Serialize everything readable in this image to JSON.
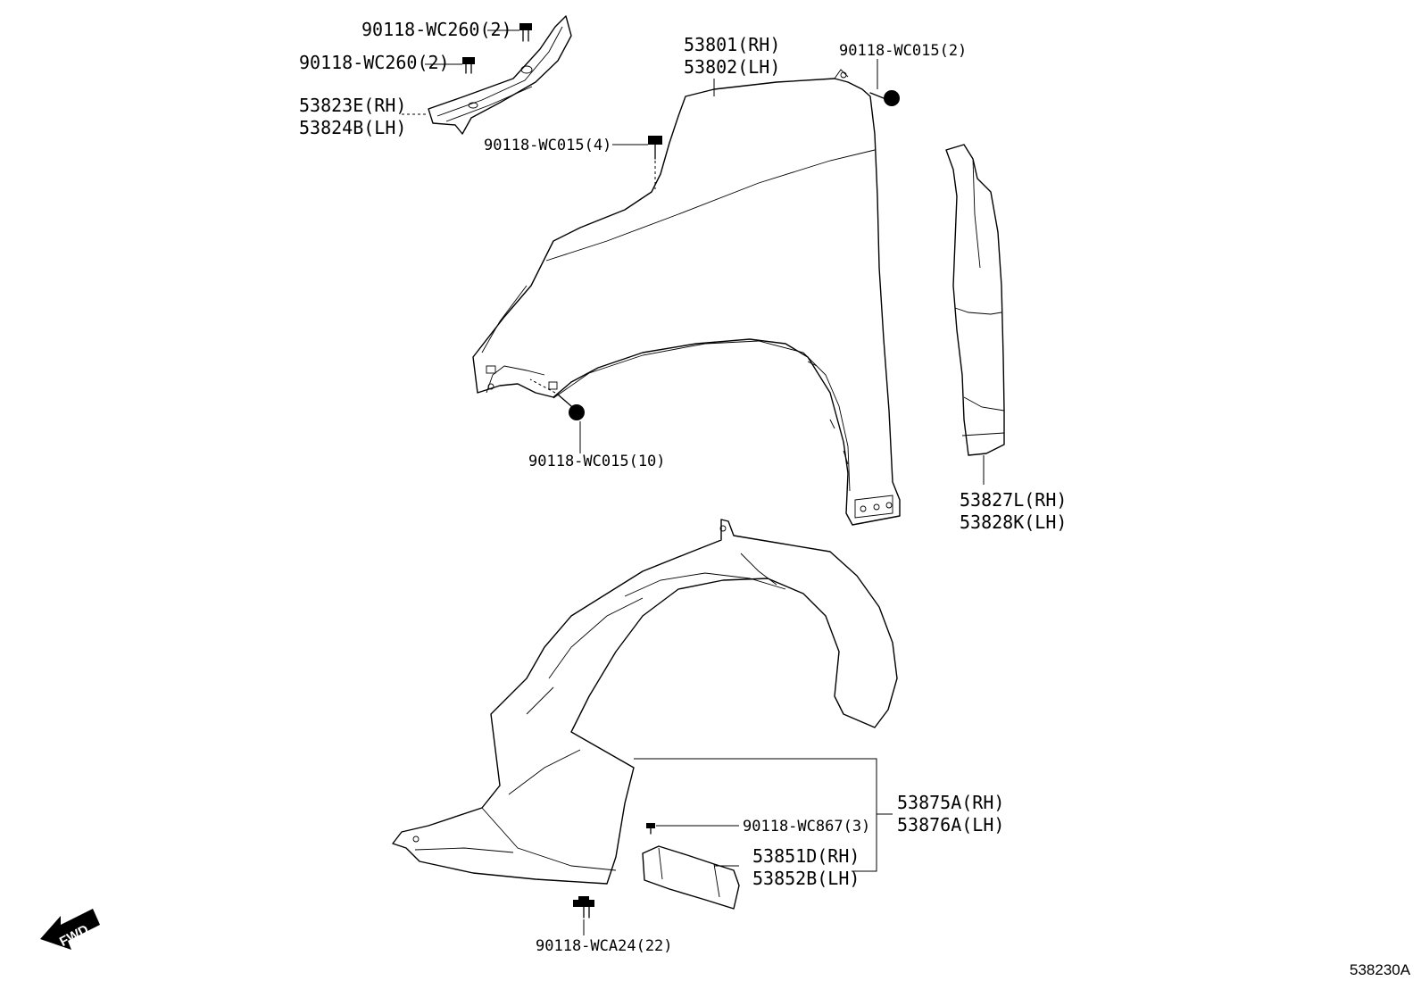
{
  "labels": {
    "clip_upper_a": "90118-WC260(2)",
    "clip_upper_b": "90118-WC260(2)",
    "seal_rh": "53823E(RH)",
    "seal_lh": "53824B(LH)",
    "bolt_top_4": "90118-WC015(4)",
    "fender_rh": "53801(RH)",
    "fender_lh": "53802(LH)",
    "bolt_top_2": "90118-WC015(2)",
    "bolt_front_10": "90118-WC015(10)",
    "seal_rear_rh": "53827L(RH)",
    "seal_rear_lh": "53828K(LH)",
    "liner_rh": "53875A(RH)",
    "liner_lh": "53876A(LH)",
    "screw_3": "90118-WC867(3)",
    "mudguard_rh": "53851D(RH)",
    "mudguard_lh": "53852B(LH)",
    "clip_22": "90118-WCA24(22)",
    "fwd": "FWD",
    "diagram_ref": "538230A"
  }
}
